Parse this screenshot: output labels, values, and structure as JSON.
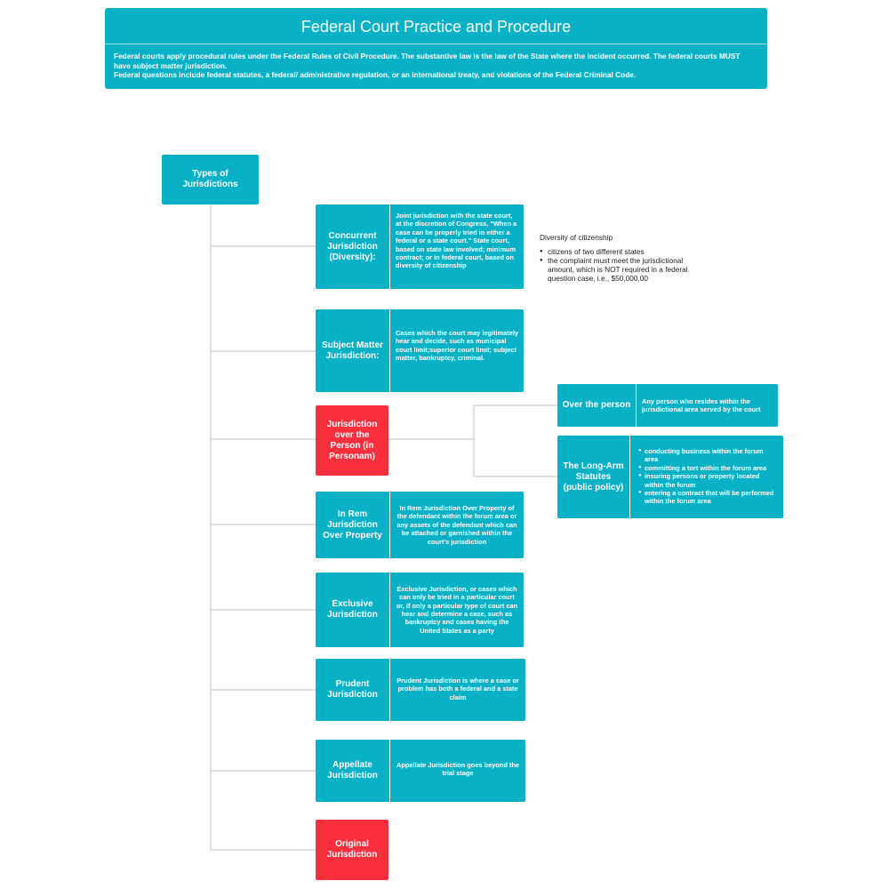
{
  "header": {
    "title": "Federal Court Practice and Procedure",
    "desc_line1": "Federal courts apply procedural rules under the Federal Rules of Civil Procedure. The substantive law is the law of the State where the incident occurred.  The federal courts MUST have subject matter jurisdiction.",
    "desc_line2": "Federal questions include federal statutes, a federal/ administrative regulation, or an international treaty, and violations of the Federal Criminal Code."
  },
  "root": {
    "label": "Types of Jurisdictions"
  },
  "nodes": {
    "concurrent": {
      "label": "Concurrent Jurisdiction (Diversity):",
      "text": "Joint jurisdiction with the state court, at  the discretion of Congress, \"When a case can be properly tried in either a federal or a state court.\"  State court, based on state law involved; minimum contract; or in federal court, based on diversity of citizenship"
    },
    "subject": {
      "label": "Subject Matter Jurisdiction:",
      "text": "Cases which the court may legitimately hear and decide, such as municipal court limit;superior court limit; subject matter, bankruptcy, criminal."
    },
    "personam": {
      "label": "Jurisdiction over the Person (in Personam)"
    },
    "inrem": {
      "label": "In Rem Jurisdiction Over Property",
      "text": "In Rem Jurisdiction Over Property of the defendant within the forum area or any assets of the defendant which can be attached or garnished within the court's jurisdiction"
    },
    "exclusive": {
      "label": "Exclusive Jurisdiction",
      "text": "Exclusive Jurisdiction, or cases which can only be tried in a particular court or, if only a particular type of court can hear and determine a case, such as bankruptcy and cases having the United States as a party"
    },
    "prudent": {
      "label": "Prudent Jurisdiction",
      "text": "Prudent Jurisdiction is where a case or problem has both a federal and a state claim"
    },
    "appellate": {
      "label": "Appellate Jurisdiction",
      "text": "Appellate Jurisdiction goes beyond the trial stage"
    },
    "original": {
      "label": "Original Jurisdiction"
    },
    "overperson": {
      "label": "Over the person",
      "text": "Any person who resides within the jurisdictional area served by the court"
    },
    "longarm": {
      "label": "The Long-Arm Statutes (public policy)",
      "items": [
        "conducting business within the forum area",
        "committing a tort within the forum area",
        "insuring persons or property located within the forum",
        "entering a contract that will be performed within the forum area"
      ]
    }
  },
  "diversity_note": {
    "title": "Diversity of citizenship",
    "items": [
      "citizens of two different states",
      "the complaint must meet the jurisdictional amount, which is NOT required in a federal question case, i.e., $50,000.00"
    ]
  },
  "colors": {
    "teal": "#08b1c6",
    "red": "#f92f3d",
    "connector": "#cccccc"
  }
}
